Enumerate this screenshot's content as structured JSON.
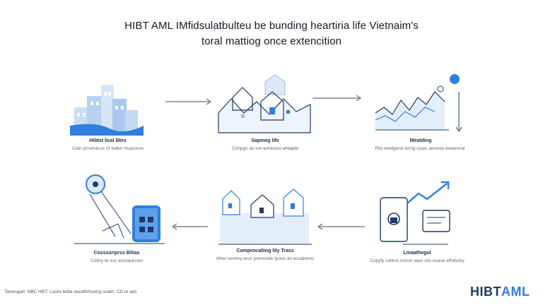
{
  "header": {
    "title_line1": "HIBT AML IMfidsulatbulteu be bunding heartiria life Vietnaim's",
    "title_line2": "toral mattiog once extencition"
  },
  "steps": [
    {
      "label": "Hibtst lical Btes",
      "desc": "Cotn prrveslicss of ludlur muarsnss"
    },
    {
      "label": "Sapmeg life",
      "desc": "Conpgn as sre aoriesiss whtapte"
    },
    {
      "label": "Meatding",
      "desc": "Ptsi weklgend livmg suiec aeneoe ewaennal"
    },
    {
      "label": "Cossssriprss Bilias",
      "desc": "Coliny te sus aossaurcion"
    },
    {
      "label": "Comprocaliing lity Trass",
      "desc": "Alhei sectmy eroc pnnnsstie lpose an ecuabions"
    },
    {
      "label": "Lmaathegul",
      "desc": "Copyfy calirus nnvon aaor ore ooaue effollulny"
    }
  ],
  "footer": "Tanengart: NBC HBT: Lucks ledla resulthrkseng scatrt: CD ut aes",
  "logo": {
    "part1": "HIBT",
    "part2": "AML"
  },
  "colors": {
    "accent": "#2f7ee0",
    "navy": "#1f3a66",
    "light": "#cfe3f7",
    "pale": "#e8f1fb"
  },
  "icons": [
    "buildings-icon",
    "houses-mountain-icon",
    "line-chart-icon",
    "location-pin-icon",
    "solar-tower-icon",
    "house-row-icon",
    "lock-card-icon",
    "trend-arrow-icon",
    "chat-bubble-icon",
    "arrow-right-icon",
    "arrow-left-icon",
    "arrow-down-icon"
  ]
}
